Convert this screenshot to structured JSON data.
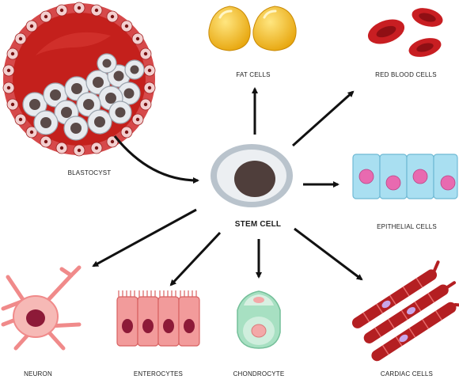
{
  "diagram": {
    "center": {
      "label": "STEM CELL"
    },
    "source": {
      "label": "BLASTOCYST"
    },
    "targets": [
      {
        "label": "FAT CELLS"
      },
      {
        "label": "RED BLOOD CELLS"
      },
      {
        "label": "EPITHELIAL CELLS"
      },
      {
        "label": "NEURON"
      },
      {
        "label": "ENTEROCYTES"
      },
      {
        "label": "CHONDROCYTE"
      },
      {
        "label": "CARDIAC CELLS"
      }
    ]
  },
  "colors": {
    "arrow": "#111111",
    "blastocyst_shell": "#d6494a",
    "blastocyst_interior": "#c4201c",
    "stem_outer": "#b9c3cc",
    "stem_nucleus": "#4f3e3b",
    "fat": "#f4c417",
    "red_blood": "#c81e22",
    "epithelial": "#a9dff1",
    "epithelial_nucleus": "#e86ab0",
    "neuron": "#f6b9b6",
    "neuron_nucleus": "#8d1a38",
    "enterocyte": "#f29b9b",
    "chondrocyte_outer": "#a7e0c2",
    "chondrocyte_inner": "#f3a8a8",
    "cardiac": "#b41f22"
  }
}
